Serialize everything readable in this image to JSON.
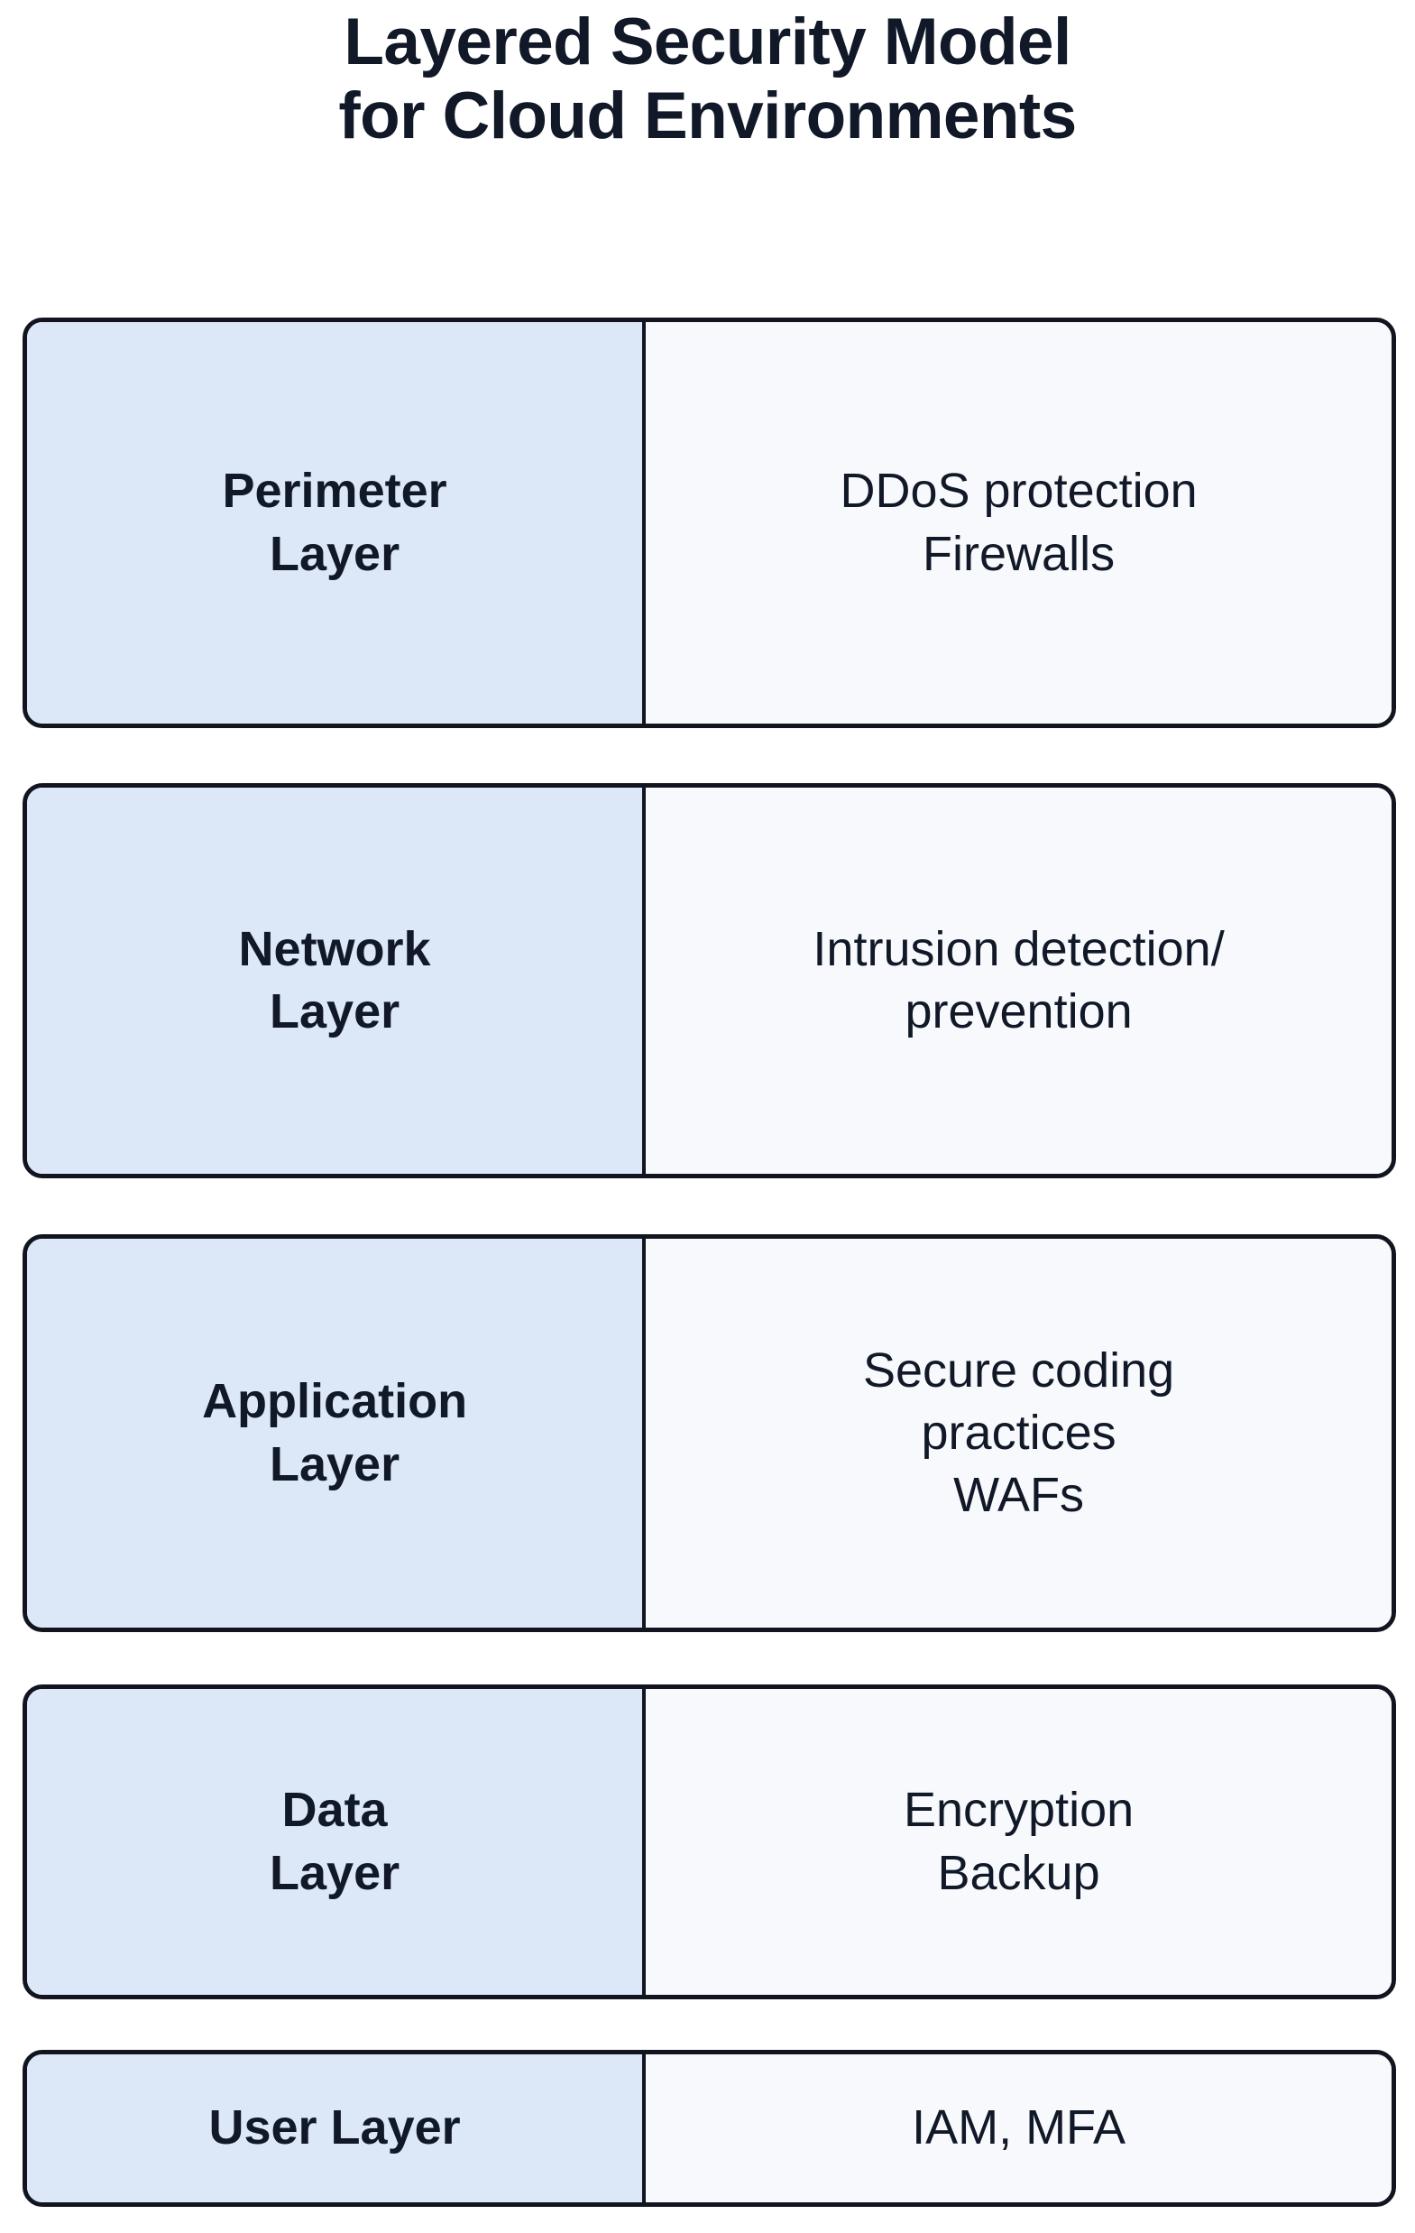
{
  "title": {
    "line1": "Layered Security Model",
    "line2": "for Cloud Environments"
  },
  "colors": {
    "background": "#ffffff",
    "box_border": "#12151f",
    "layer_name_fill": "#dce7f7",
    "controls_fill": "#f7f9fc",
    "text": "#111827"
  },
  "layers": [
    {
      "name": "Perimeter\nLayer",
      "controls": "DDoS protection\nFirewalls"
    },
    {
      "name": "Network\nLayer",
      "controls": "Intrusion detection/\nprevention"
    },
    {
      "name": "Application\nLayer",
      "controls": "Secure coding\npractices\nWAFs"
    },
    {
      "name": "Data\nLayer",
      "controls": "Encryption\nBackup"
    },
    {
      "name": "User Layer",
      "controls": "IAM, MFA"
    }
  ]
}
